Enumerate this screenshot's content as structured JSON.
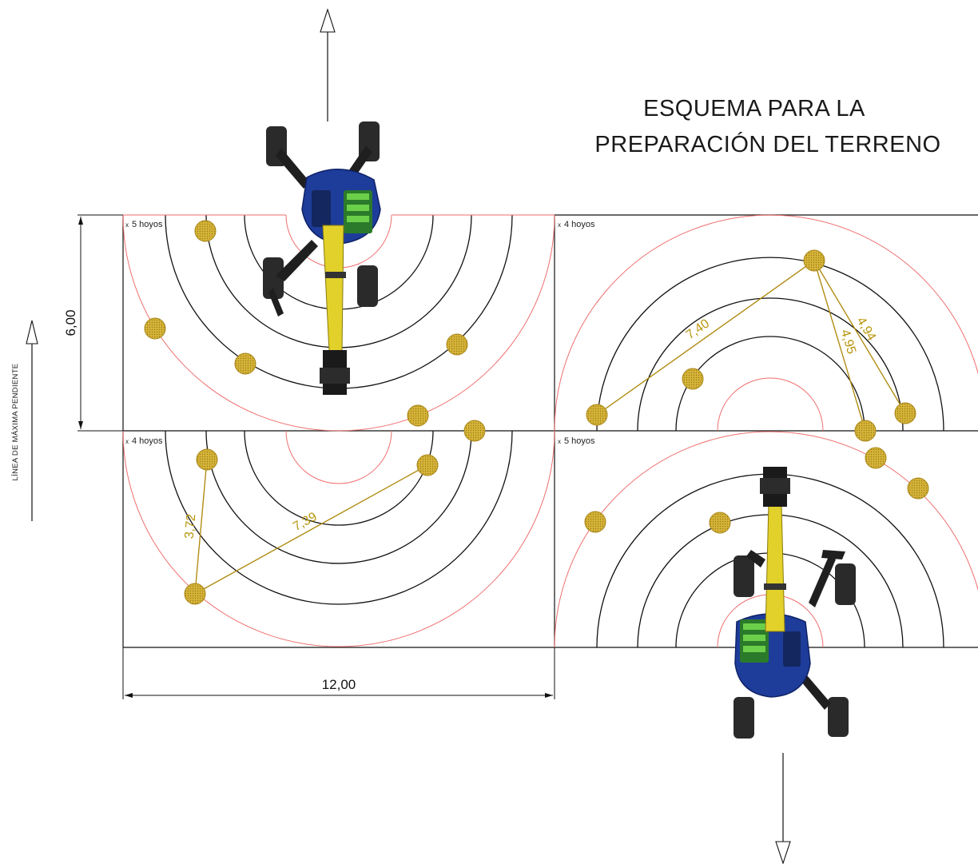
{
  "title": {
    "line1": "ESQUEMA PARA LA",
    "line2": "PREPARACIÓN DEL TERRENO"
  },
  "slope_label": "LÍNEA DE MÁXIMA PENDIENTE",
  "dimensions": {
    "height": "6,00",
    "width": "12,00"
  },
  "cells": [
    {
      "id": "top-left",
      "label": "5 hoyos",
      "prefix": "x"
    },
    {
      "id": "top-right",
      "label": "4 hoyos",
      "prefix": "x"
    },
    {
      "id": "bottom-left",
      "label": "4 hoyos",
      "prefix": "x"
    },
    {
      "id": "bottom-right",
      "label": "5 hoyos",
      "prefix": "x"
    }
  ],
  "distances": {
    "top_right_long": "7,40",
    "top_right_a": "4,95",
    "top_right_b": "4,94",
    "bottom_left_short": "3,72",
    "bottom_left_long": "7,39"
  },
  "colors": {
    "hole": "#c9a227",
    "hole_outline": "#a8861a",
    "arc": "#111111",
    "boundary_arc": "#ef6f6f",
    "distance_line": "#b08d14",
    "machine_body": "#1e3c9a",
    "machine_arm": "#e2d12a"
  },
  "icons": [
    "excavator-top-icon",
    "excavator-bottom-icon",
    "arrow-up-icon",
    "arrow-down-icon"
  ]
}
